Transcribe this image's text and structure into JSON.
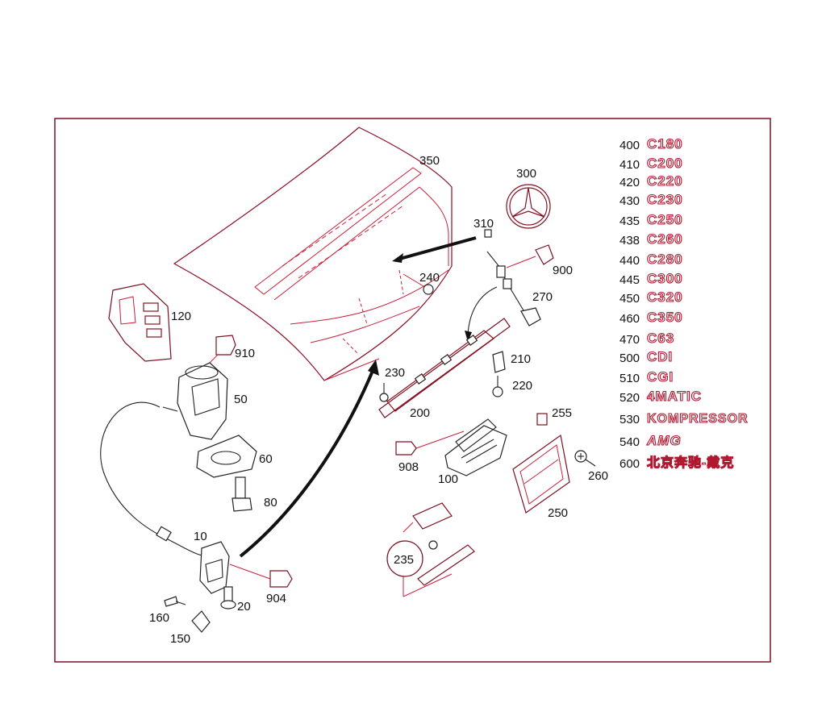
{
  "callouts": {
    "c350": "350",
    "c300": "300",
    "c310": "310",
    "c900": "900",
    "c240": "240",
    "c270": "270",
    "c120": "120",
    "c910": "910",
    "c50": "50",
    "c210": "210",
    "c230": "230",
    "c220": "220",
    "c200": "200",
    "c255": "255",
    "c60": "60",
    "c908": "908",
    "c100": "100",
    "c260": "260",
    "c80": "80",
    "c250": "250",
    "c10": "10",
    "c235": "235",
    "c904": "904",
    "c20": "20",
    "c160": "160",
    "c150": "150"
  },
  "badges": [
    {
      "num": "400",
      "text": "C180"
    },
    {
      "num": "410",
      "text": "C200"
    },
    {
      "num": "420",
      "text": "C220"
    },
    {
      "num": "430",
      "text": "C230"
    },
    {
      "num": "435",
      "text": "C250"
    },
    {
      "num": "438",
      "text": "C260"
    },
    {
      "num": "440",
      "text": "C280"
    },
    {
      "num": "445",
      "text": "C300"
    },
    {
      "num": "450",
      "text": "C320"
    },
    {
      "num": "460",
      "text": "C350"
    },
    {
      "num": "470",
      "text": "C63"
    },
    {
      "num": "500",
      "text": "CDI"
    },
    {
      "num": "510",
      "text": "CGI"
    },
    {
      "num": "520",
      "text": "4MATIC"
    },
    {
      "num": "530",
      "text": "KOMPRESSOR"
    },
    {
      "num": "540",
      "text": "AMG"
    },
    {
      "num": "600",
      "text": "北京奔驰-戴克"
    }
  ],
  "colors": {
    "frame": "#7a1020",
    "line": "#c8203a",
    "ink": "#111111"
  }
}
